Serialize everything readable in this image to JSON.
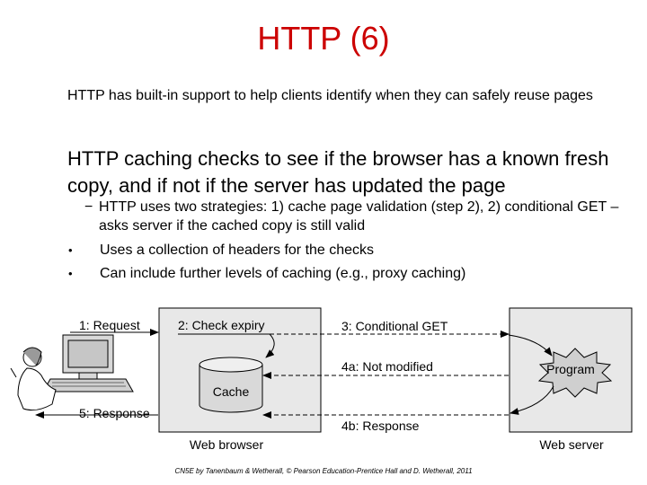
{
  "slide": {
    "title": "HTTP (6)",
    "para1": "HTTP has built-in support to help clients identify when they can safely reuse pages",
    "para2": "HTTP caching checks to see if the browser has a known fresh copy, and if not if the server has updated the page",
    "sub_dash": "−",
    "sub_text": "HTTP uses two strategies: 1) cache page validation (step 2), 2) conditional GET – asks server if the cached copy is still valid",
    "bullet_symbol": "•",
    "bullets": [
      "Uses a collection of headers for the checks",
      "Can include further levels of caching (e.g., proxy caching)"
    ],
    "footer": "CN5E by Tanenbaum & Wetherall, © Pearson Education-Prentice Hall and D. Wetherall, 2011"
  },
  "diagram": {
    "request": "1: Request",
    "check_expiry": "2: Check expiry",
    "conditional_get": "3: Conditional GET",
    "not_modified": "4a: Not modified",
    "response_4b": "4b: Response",
    "response_5": "5: Response",
    "cache": "Cache",
    "program": "Program",
    "web_browser": "Web browser",
    "web_server": "Web server"
  },
  "colors": {
    "title": "#cc0000",
    "box_fill": "#e8e8e8",
    "cylinder_fill": "#d9d9d9",
    "program_fill": "#cfcfcf"
  }
}
